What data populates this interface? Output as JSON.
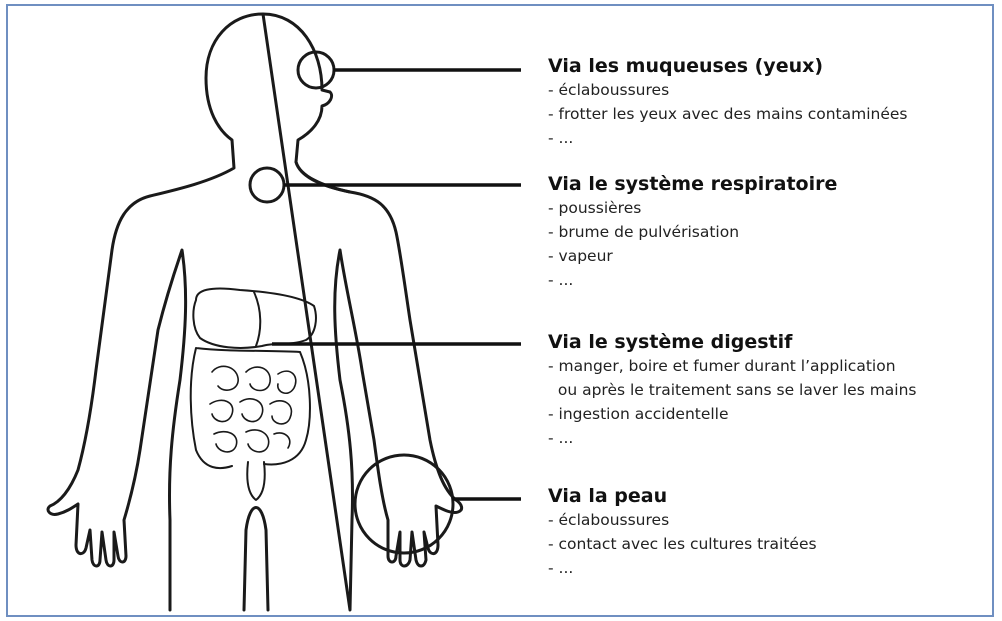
{
  "routes": [
    {
      "title": "Via les muqueuses (yeux)",
      "items": [
        "- éclaboussures",
        "- frotter les yeux avec des mains contaminées",
        "- ..."
      ]
    },
    {
      "title": "Via le système respiratoire",
      "items": [
        "- poussières",
        "- brume de pulvérisation",
        "- vapeur",
        "- ..."
      ]
    },
    {
      "title": "Via le système digestif",
      "items": [
        "- manger, boire et fumer durant l’application",
        "  ou après le traitement sans se laver les mains",
        "- ingestion accidentelle",
        "- ..."
      ]
    },
    {
      "title": "Via la peau",
      "items": [
        "- éclaboussures",
        "- contact avec les cultures traitées",
        "- ..."
      ]
    }
  ],
  "colors": {
    "frame_border": "#6f8fc1",
    "line": "#111111"
  }
}
